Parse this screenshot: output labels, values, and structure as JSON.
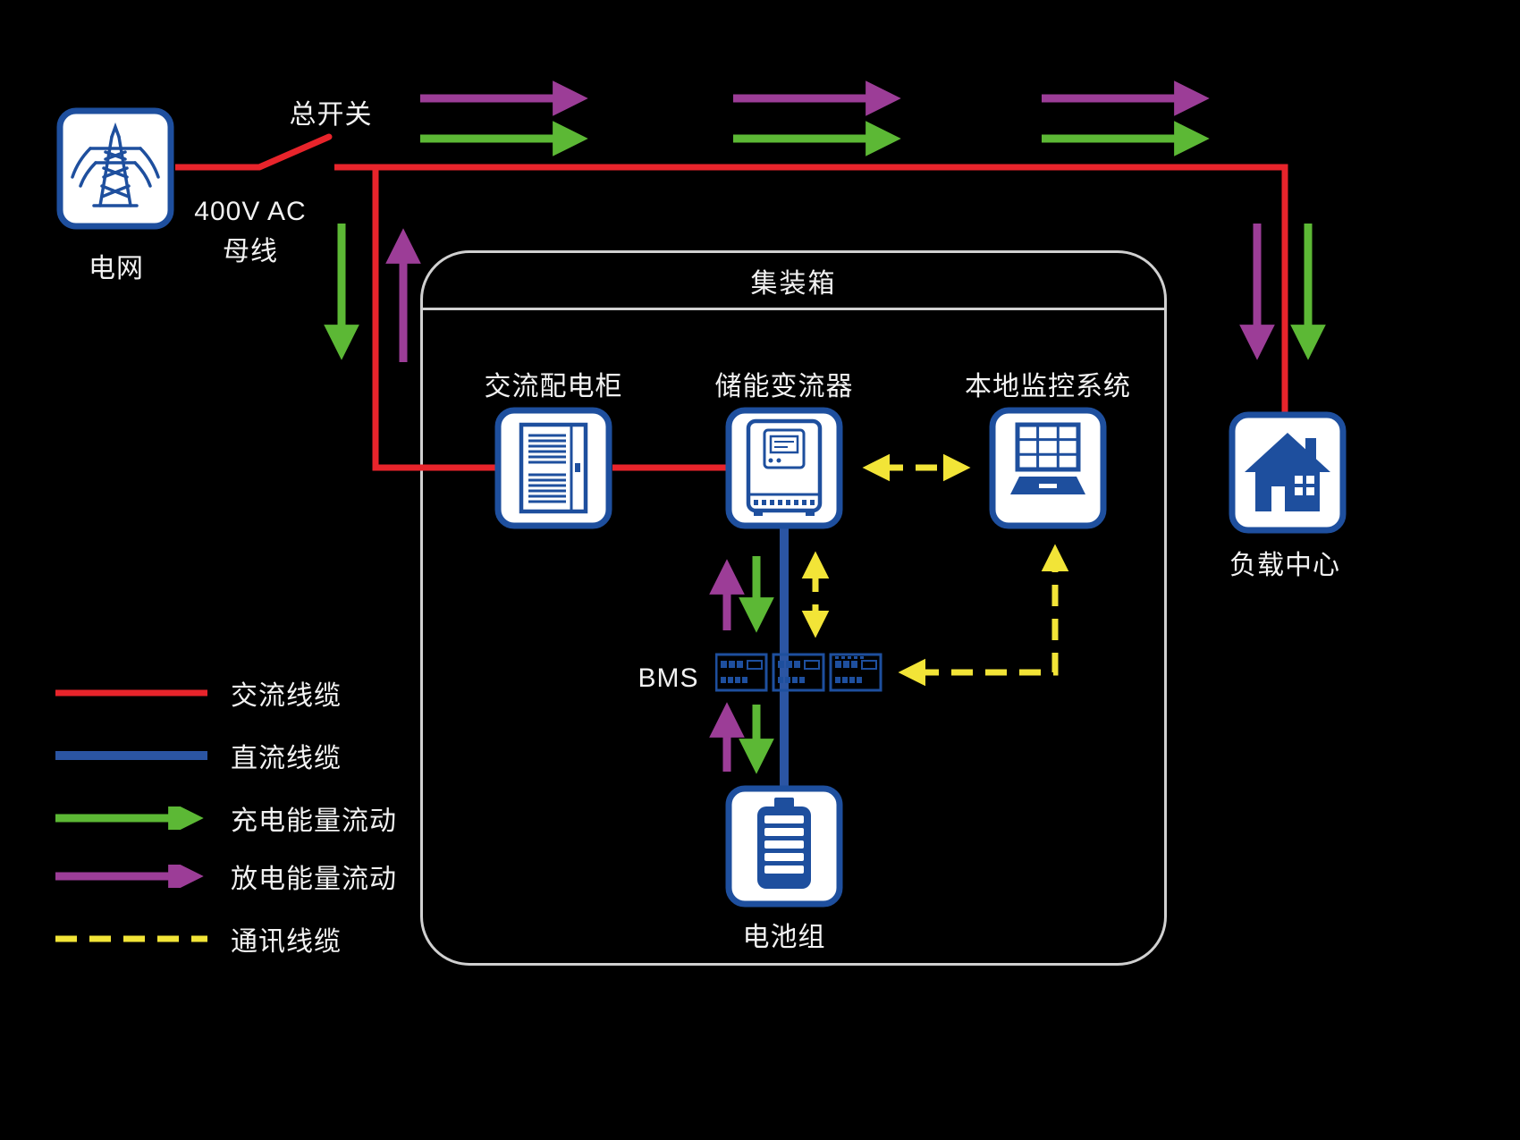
{
  "colors": {
    "ac": "#e8242b",
    "dc": "#2b55a3",
    "charge": "#5cb835",
    "discharge": "#9c3d97",
    "comm": "#f2e437",
    "icon": "#1e4f9e",
    "container_border": "#d0d0d0",
    "text": "#f2f2f2",
    "canvas_bg": "#000000"
  },
  "labels": {
    "grid": "电网",
    "main_switch": "总开关",
    "busbar_line1": "400V AC",
    "busbar_line2": "母线",
    "container_title": "集装箱",
    "ac_cabinet": "交流配电柜",
    "pcs": "储能变流器",
    "monitor": "本地监控系统",
    "bms": "BMS",
    "battery": "电池组",
    "load": "负载中心"
  },
  "legend": [
    {
      "key": "ac",
      "label": "交流线缆"
    },
    {
      "key": "dc",
      "label": "直流线缆"
    },
    {
      "key": "charge",
      "label": "充电能量流动"
    },
    {
      "key": "discharge",
      "label": "放电能量流动"
    },
    {
      "key": "comm",
      "label": "通讯线缆"
    }
  ]
}
